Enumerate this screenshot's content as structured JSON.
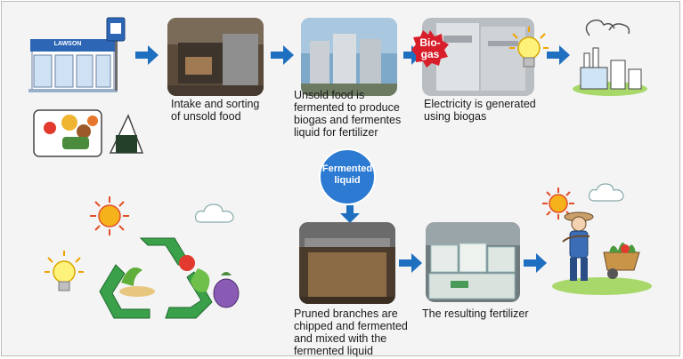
{
  "store": {
    "sign_text": "LAWSON"
  },
  "steps": {
    "intake": {
      "caption": "Intake and sorting\nof unsold food"
    },
    "ferment": {
      "caption": "Unsold food is\nfermented to produce\nbiogas and fermentes\nliquid for fertilizer"
    },
    "electricity": {
      "caption": "Electricity is generated\nusing biogas"
    },
    "chipping": {
      "caption": "Pruned branches are\nchipped and fermented\nand mixed with the\nfermented liquid"
    },
    "fertilizer": {
      "caption": "The resulting fertilizer"
    }
  },
  "badges": {
    "biogas": "Bio-\ngas",
    "fermented_liquid": "Fermented\nliquid"
  },
  "colors": {
    "arrow": "#1f6fc0",
    "biogas_badge": "#d81e2a",
    "liquid_badge": "#2c7ad1",
    "recycle": "#3aa04a",
    "frame_bg": "#f4f4f4"
  }
}
